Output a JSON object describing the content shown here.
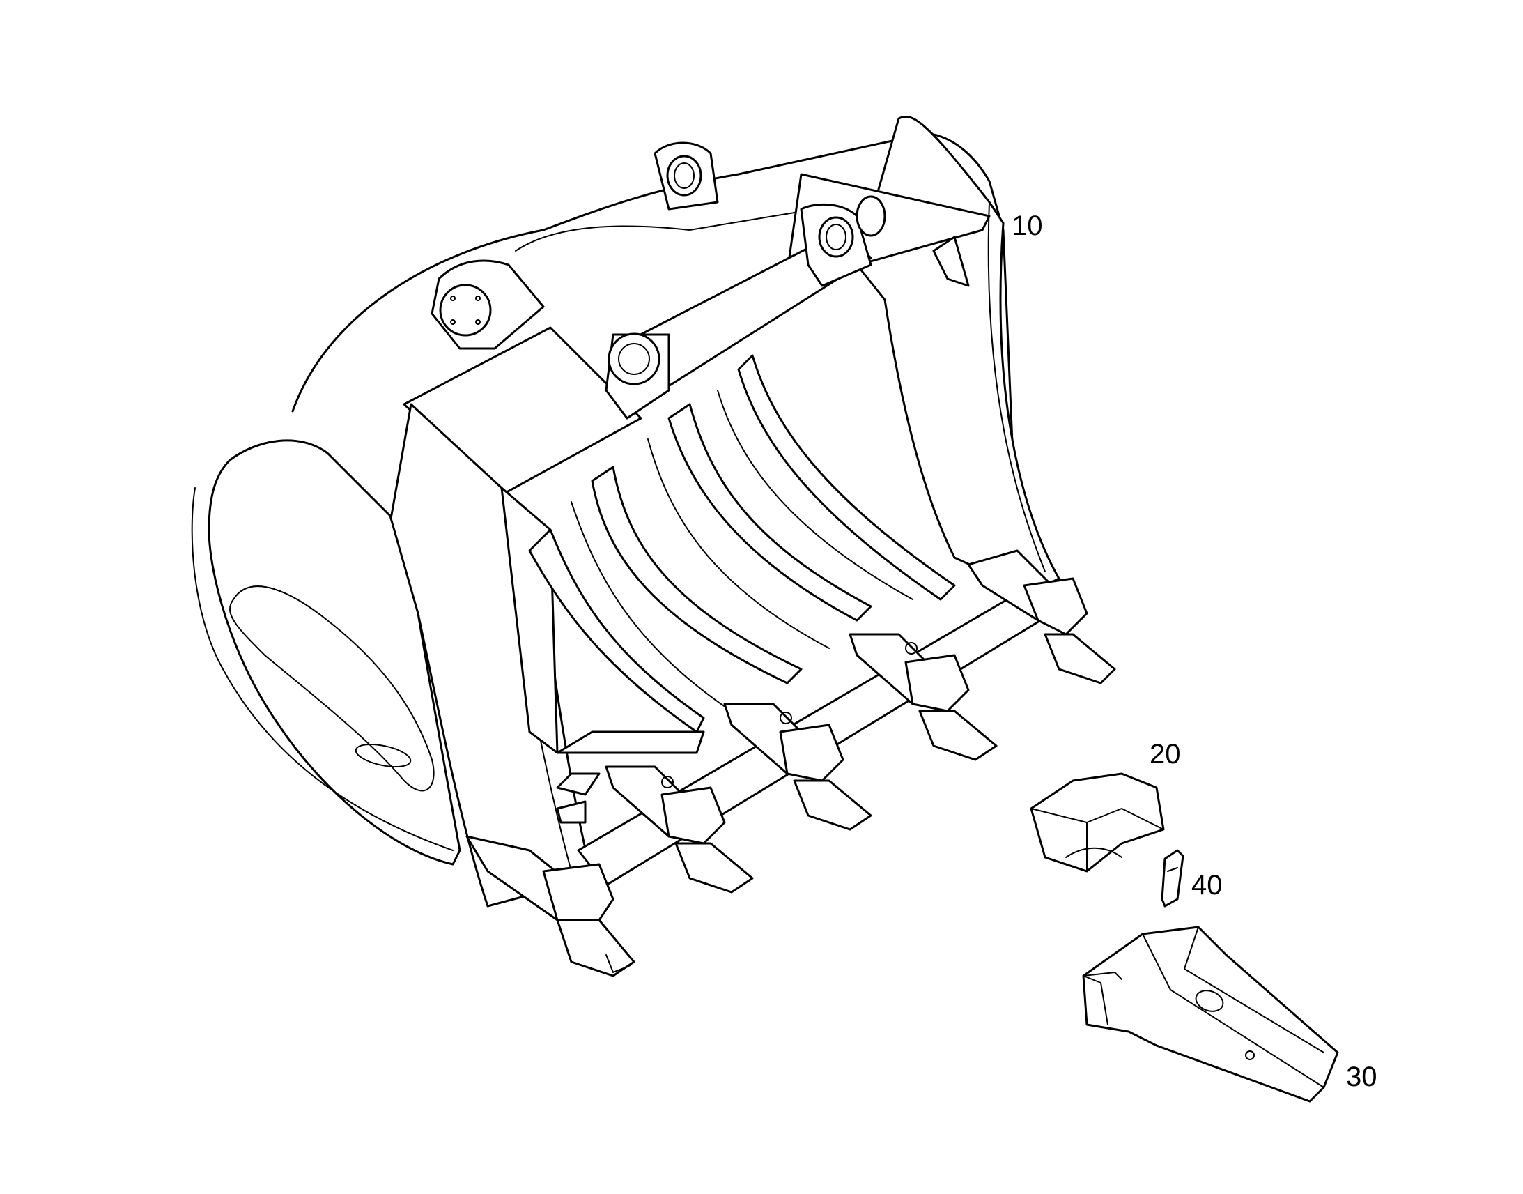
{
  "diagram": {
    "parts": [
      {
        "id": "bucket",
        "callout": "10"
      },
      {
        "id": "adapter",
        "callout": "20"
      },
      {
        "id": "tooth",
        "callout": "30"
      },
      {
        "id": "retainer-pin",
        "callout": "40"
      }
    ]
  },
  "colors": {
    "line": "#000000",
    "background": "#ffffff"
  }
}
